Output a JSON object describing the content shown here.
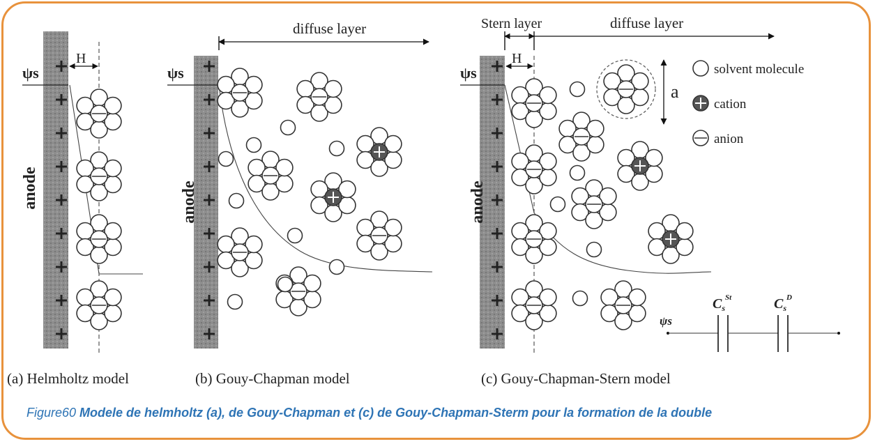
{
  "panels": {
    "a": {
      "anode": "anode",
      "psi": "ψs",
      "h": "H",
      "caption": "(a) Helmholtz model"
    },
    "b": {
      "anode": "anode",
      "psi": "ψs",
      "diffuse": "diffuse layer",
      "caption": "(b) Gouy-Chapman model"
    },
    "c": {
      "anode": "anode",
      "psi": "ψs",
      "h": "H",
      "stern": "Stern layer",
      "diffuse": "diffuse layer",
      "caption": "(c) Gouy-Chapman-Stern model",
      "a_label": "a",
      "cap_st": "C",
      "cap_st_sub": "s",
      "cap_st_sup": "St",
      "cap_d": "C",
      "cap_d_sub": "s",
      "cap_d_sup": "D",
      "circuit_psi": "ψs"
    }
  },
  "legend": {
    "solvent": "solvent molecule",
    "cation": "cation",
    "anion": "anion"
  },
  "figure_caption": {
    "prefix": "Figure60 ",
    "bold": "Modele de helmholtz (a), de Gouy-Chapman et (c)  de Gouy-Chapman-Sterm  pour la formation de la double"
  },
  "colors": {
    "frame": "#E8923C",
    "caption": "#2E74B5",
    "electrode": "#8a8a8a",
    "cation_fill": "#555555"
  }
}
